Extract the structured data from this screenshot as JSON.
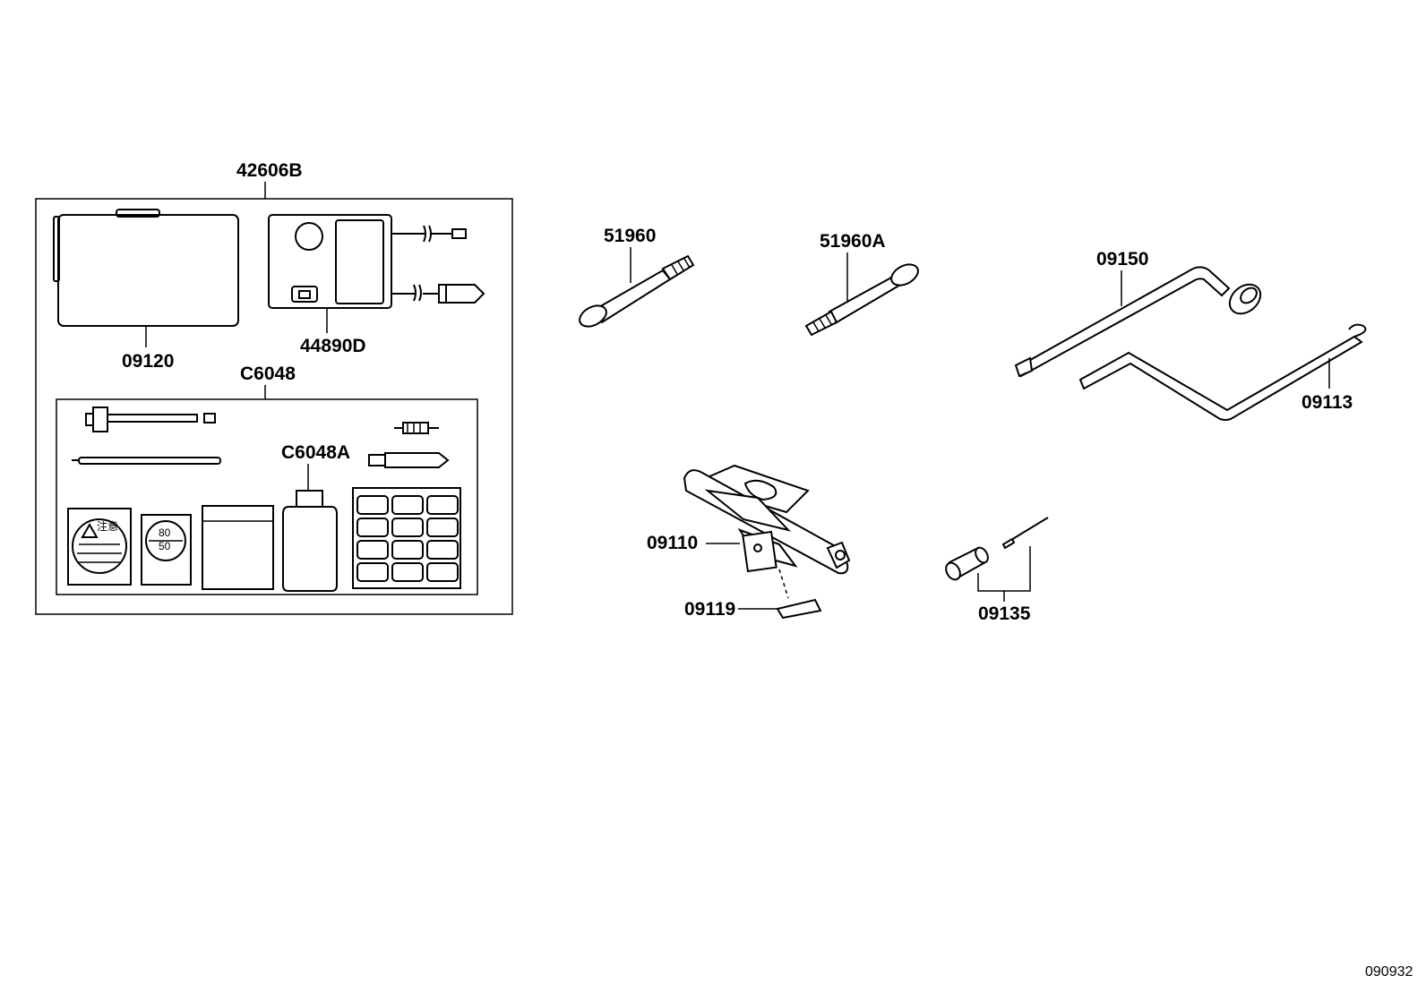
{
  "callouts": {
    "kit_set": "42606B",
    "manual_case": "09120",
    "compressor": "44890D",
    "repair_kit": "C6048",
    "sealant": "C6048A",
    "handle_a": "51960",
    "handle_b": "51960A",
    "lug_wrench": "09150",
    "jack_handle": "09113",
    "jack": "09110",
    "jack_plate": "09119",
    "tool_set": "09135"
  },
  "sticker_text": {
    "warning_top": "注意",
    "speed_upper": "80",
    "speed_lower": "50"
  },
  "reference_number": "090932"
}
